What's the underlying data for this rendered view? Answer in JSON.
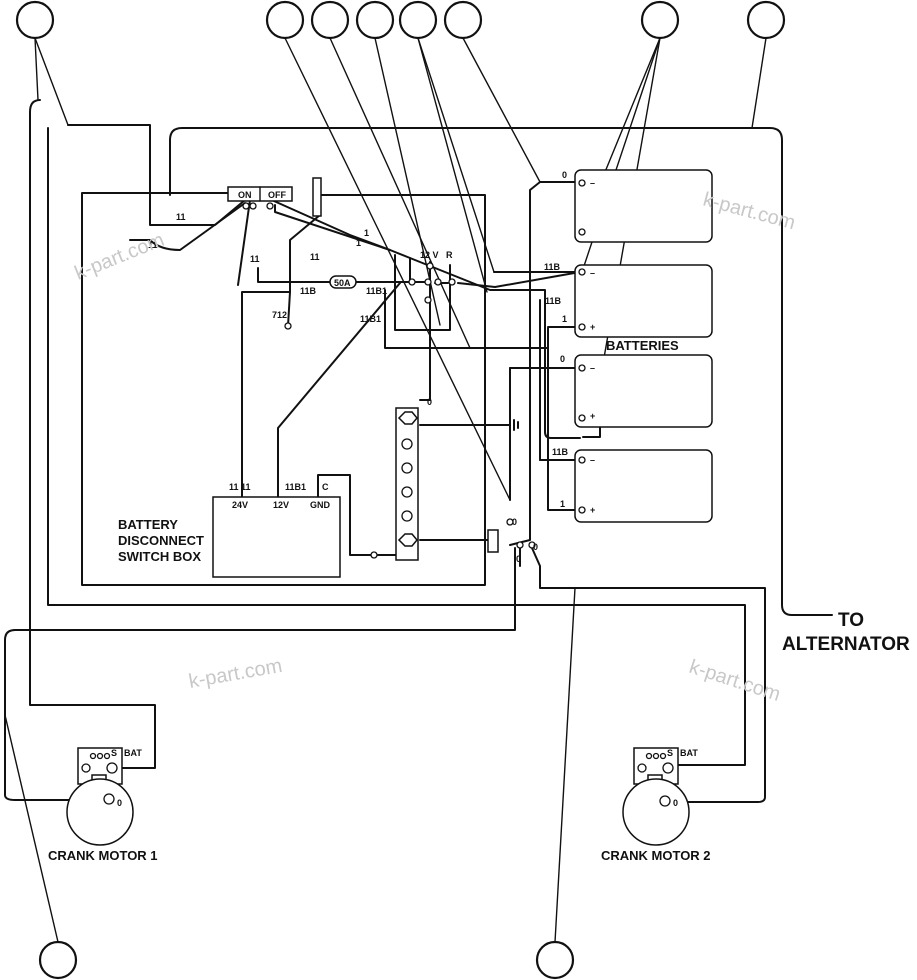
{
  "battery_disconnect_switch_box": {
    "title_line1": "BATTERY",
    "title_line2": "DISCONNECT",
    "title_line3": "SWITCH BOX",
    "terminal_24v": "24V",
    "terminal_12v": "12V",
    "terminal_gnd": "GND",
    "wire_24v": "11",
    "wire_24v_b": "11",
    "wire_12v": "11B1",
    "wire_gnd": "C"
  },
  "switch": {
    "on_label": "ON",
    "off_label": "OFF"
  },
  "relay": {
    "label_12v": "12 V",
    "label_r": "R"
  },
  "fuse": {
    "label": "50A"
  },
  "wire_labels": {
    "w11_a": "11",
    "w11_b": "11",
    "w11_c": "11",
    "w11_d": "11",
    "w1_a": "1",
    "w1_b": "1",
    "w11b_left": "11B",
    "w11b1_a": "11B1",
    "w11b1_b": "11B1",
    "w712": "712",
    "w0_top": "0",
    "w11b_bat": "11B",
    "w11b_bat2": "11B",
    "w1_bat": "1",
    "w0_bat3": "0",
    "w11b_bat4": "11B",
    "w1_bat4": "1",
    "w0_block": "0",
    "w0_sw_a": "0",
    "w0_sw_b": "0",
    "w0_sw_c": "0"
  },
  "batteries": {
    "label": "BATTERIES",
    "minus": "–",
    "plus": "+"
  },
  "crank_motor_1": {
    "label": "CRANK MOTOR 1",
    "bat": "BAT",
    "s": "S",
    "zero": "0"
  },
  "crank_motor_2": {
    "label": "CRANK MOTOR 2",
    "bat": "BAT",
    "s": "S",
    "zero": "0"
  },
  "to_alternator": {
    "line1": "TO",
    "line2": "ALTERNATOR"
  },
  "watermark": "k-part.com"
}
